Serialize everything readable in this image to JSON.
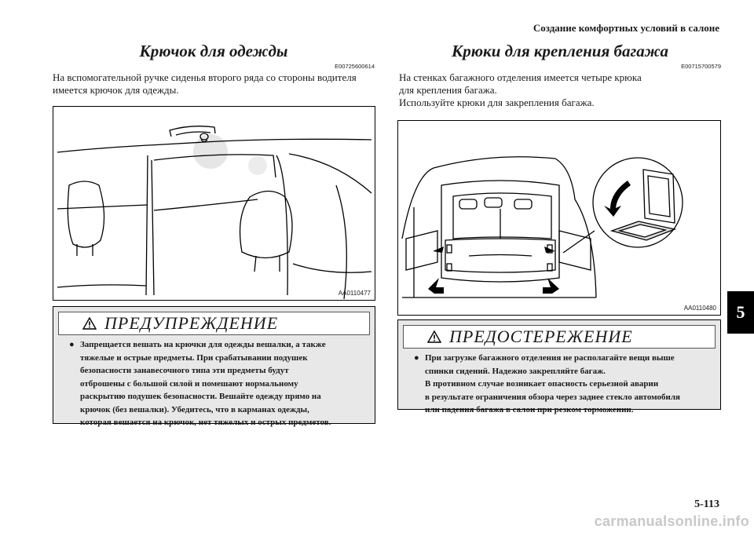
{
  "header": {
    "title": "Создание комфортных условий в салоне"
  },
  "chapter_tab": "5",
  "page_number": "5-113",
  "watermark": "carmanualsonline.info",
  "left": {
    "title": "Крючок для одежды",
    "code": "E00725600614",
    "text_lines": [
      "На вспомогательной ручке сиденья второго ряда со стороны водителя",
      "имеется крючок для одежды."
    ],
    "figure_code": "AA0110477",
    "warning": {
      "title": "ПРЕДУПРЕЖДЕНИЕ",
      "bullet": "●",
      "lines": [
        "Запрещается вешать на крючки для одежды вешалки, а также",
        "тяжелые и острые предметы. При срабатывании подушек",
        "безопасности занавесочного типа эти предметы будут",
        "отброшены с большой силой и помешают нормальному",
        "раскрытию подушек безопасности. Вешайте одежду прямо на",
        "крючок (без вешалки). Убедитесь, что в карманах одежды,",
        "которая вешается на крючок, нет тяжелых и острых предметов."
      ]
    }
  },
  "right": {
    "title": "Крюки для крепления багажа",
    "code": "E00715700579",
    "text_lines": [
      "На стенках багажного отделения имеется четыре крюка",
      "для крепления багажа.",
      "Используйте крюки для закрепления багажа."
    ],
    "figure_code": "AA0110480",
    "caution": {
      "title": "ПРЕДОСТЕРЕЖЕНИЕ",
      "bullet": "●",
      "lines": [
        "При загрузке багажного отделения не располагайте вещи выше",
        "спинки сидений. Надежно закрепляйте багаж.",
        "В противном случае возникает опасность серьезной аварии",
        "в результате ограничения обзора через заднее стекло автомобиля",
        "или падения багажа в салон при резком торможении."
      ]
    }
  }
}
